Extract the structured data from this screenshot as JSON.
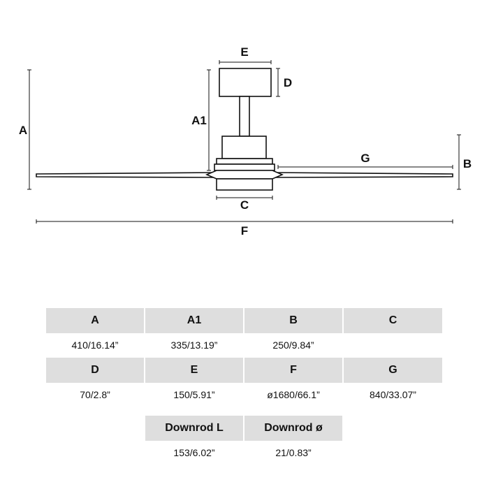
{
  "diagram": {
    "labels": {
      "A": "A",
      "A1": "A1",
      "B": "B",
      "C": "C",
      "D": "D",
      "E": "E",
      "F": "F",
      "G": "G"
    }
  },
  "spec_table": {
    "rows": [
      {
        "headers": [
          "A",
          "A1",
          "B",
          "C"
        ],
        "values": [
          "410/16.14”",
          "335/13.19”",
          "250/9.84”",
          ""
        ]
      },
      {
        "headers": [
          "D",
          "E",
          "F",
          "G"
        ],
        "values": [
          "70/2.8”",
          "150/5.91”",
          "ø1680/66.1”",
          "840/33.07”"
        ]
      },
      {
        "headers": [
          "Downrod L",
          "Downrod ø"
        ],
        "values": [
          "153/6.02”",
          "21/0.83”"
        ]
      }
    ]
  }
}
